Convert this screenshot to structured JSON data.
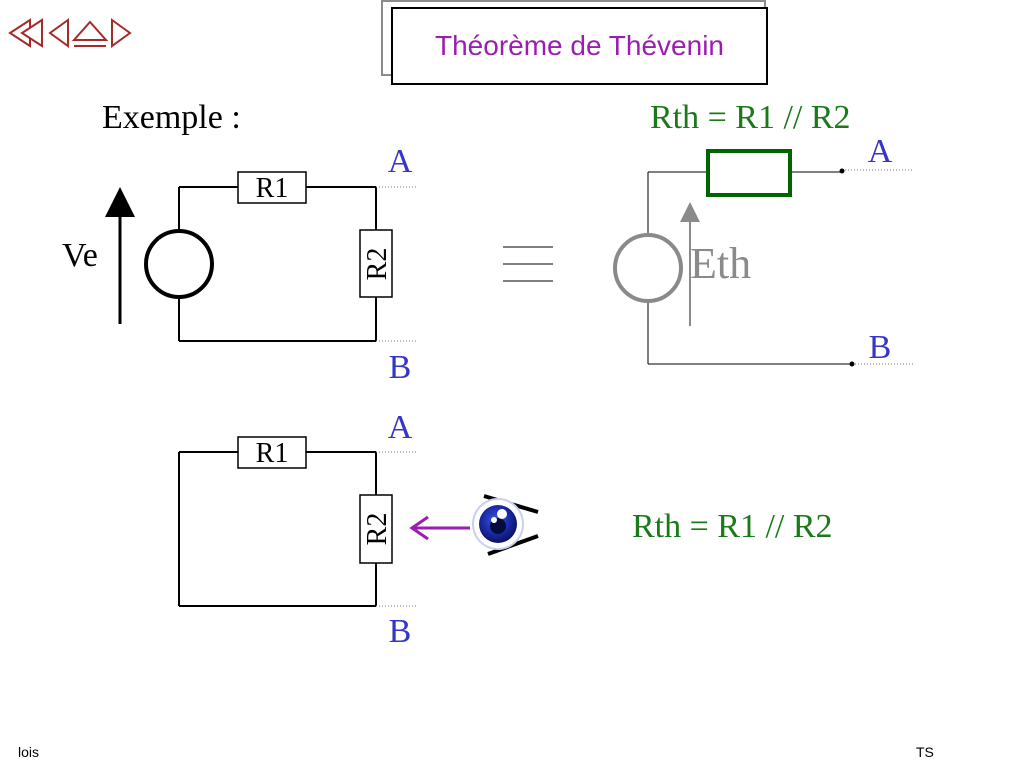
{
  "slide": {
    "title": "Théorème de Thévenin",
    "subtitle": "Exemple :"
  },
  "nav": {
    "icons": [
      "first-slide-icon",
      "previous-slide-icon",
      "home-icon",
      "next-slide-icon"
    ],
    "color": "#a52a2a"
  },
  "circuit1": {
    "source_label": "Ve",
    "r1_label": "R1",
    "r2_label": "R2",
    "node_a": "A",
    "node_b": "B"
  },
  "equivalent": {
    "formula": "Rth = R1 // R2",
    "source_label": "Eth",
    "node_a": "A",
    "node_b": "B"
  },
  "circuit2": {
    "r1_label": "R1",
    "r2_label": "R2",
    "node_a": "A",
    "node_b": "B",
    "formula": "Rth = R1 // R2"
  },
  "colors": {
    "title": "#9a1fae",
    "node_labels": "#3535c8",
    "formula": "#1a7a1a",
    "rth_resistor": "#006400",
    "eth_gray": "#8a8a8a",
    "arrow_purple": "#9a1fae"
  },
  "footer": {
    "left": "lois",
    "right": "TS"
  }
}
